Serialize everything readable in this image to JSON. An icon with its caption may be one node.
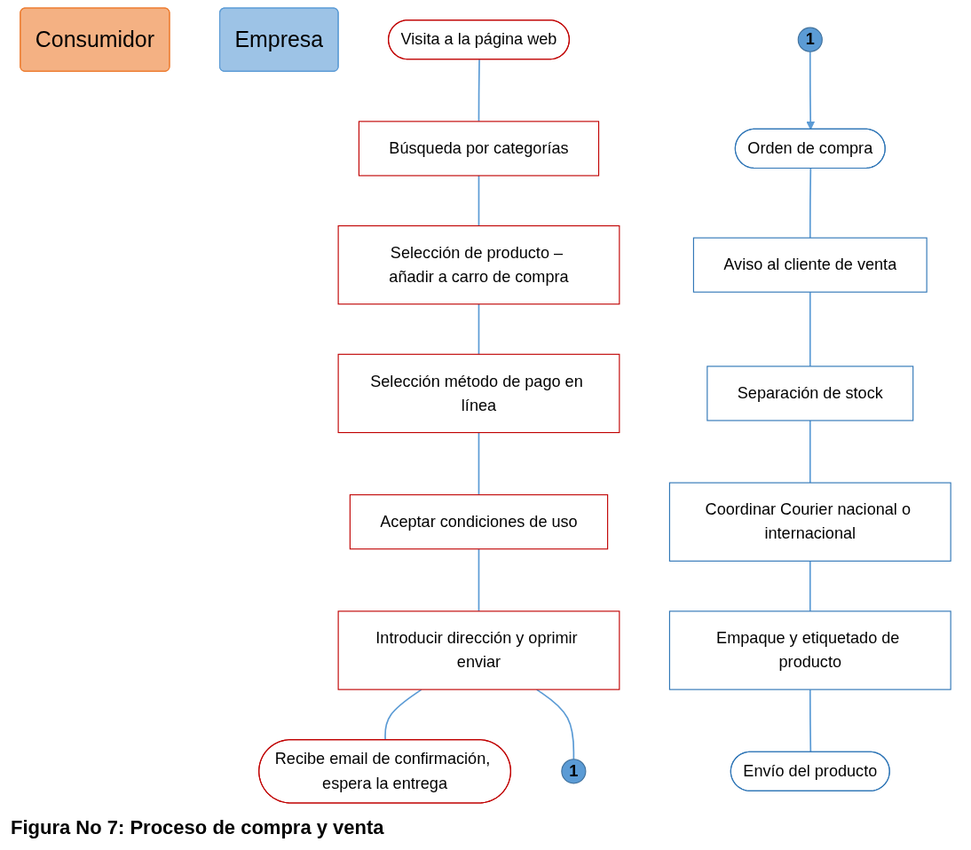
{
  "diagram": {
    "caption": "Figura No 7: Proceso de compra y venta",
    "nodes": [
      {
        "text": [
          "Consumidor"
        ]
      },
      {
        "text": [
          "Empresa"
        ]
      },
      {
        "text": [
          "Visita a la página web"
        ]
      },
      {
        "text": [
          "Búsqueda por categorías"
        ]
      },
      {
        "text": [
          "Selección de producto – añadir a carro de compra"
        ]
      },
      {
        "text": [
          "Selección método de pago en línea"
        ]
      },
      {
        "text": [
          "Aceptar condiciones de uso"
        ]
      },
      {
        "text": [
          "Introducir dirección y oprimir enviar"
        ]
      },
      {
        "text": [
          "Recibe email de confirmación, espera la entrega"
        ]
      },
      {
        "text": [
          "1"
        ]
      },
      {
        "text": [
          "1"
        ]
      },
      {
        "text": [
          "Orden de compra"
        ]
      },
      {
        "text": [
          "Aviso al cliente de venta"
        ]
      },
      {
        "text": [
          "Separación de stock"
        ]
      },
      {
        "text": [
          "Coordinar Courier nacional o internacional"
        ]
      },
      {
        "text": [
          "Empaque y etiquetado de producto"
        ]
      },
      {
        "text": [
          "Envío del producto"
        ]
      }
    ],
    "edges": [
      {
        "from": 2,
        "to": 3,
        "arrow": "none"
      },
      {
        "from": 3,
        "to": 4,
        "arrow": "none"
      },
      {
        "from": 4,
        "to": 5,
        "arrow": "none"
      },
      {
        "from": 5,
        "to": 6,
        "arrow": "none"
      },
      {
        "from": 6,
        "to": 7,
        "arrow": "none"
      },
      {
        "from": 7,
        "to": 8,
        "arrow": "none"
      },
      {
        "from": 7,
        "to": 9,
        "arrow": "none"
      },
      {
        "from": 10,
        "to": 11,
        "arrow": "to"
      },
      {
        "from": 11,
        "to": 12,
        "arrow": "none"
      },
      {
        "from": 12,
        "to": 13,
        "arrow": "none"
      },
      {
        "from": 13,
        "to": 14,
        "arrow": "none"
      },
      {
        "from": 14,
        "to": 15,
        "arrow": "none"
      },
      {
        "from": 15,
        "to": 16,
        "arrow": "none"
      }
    ]
  }
}
